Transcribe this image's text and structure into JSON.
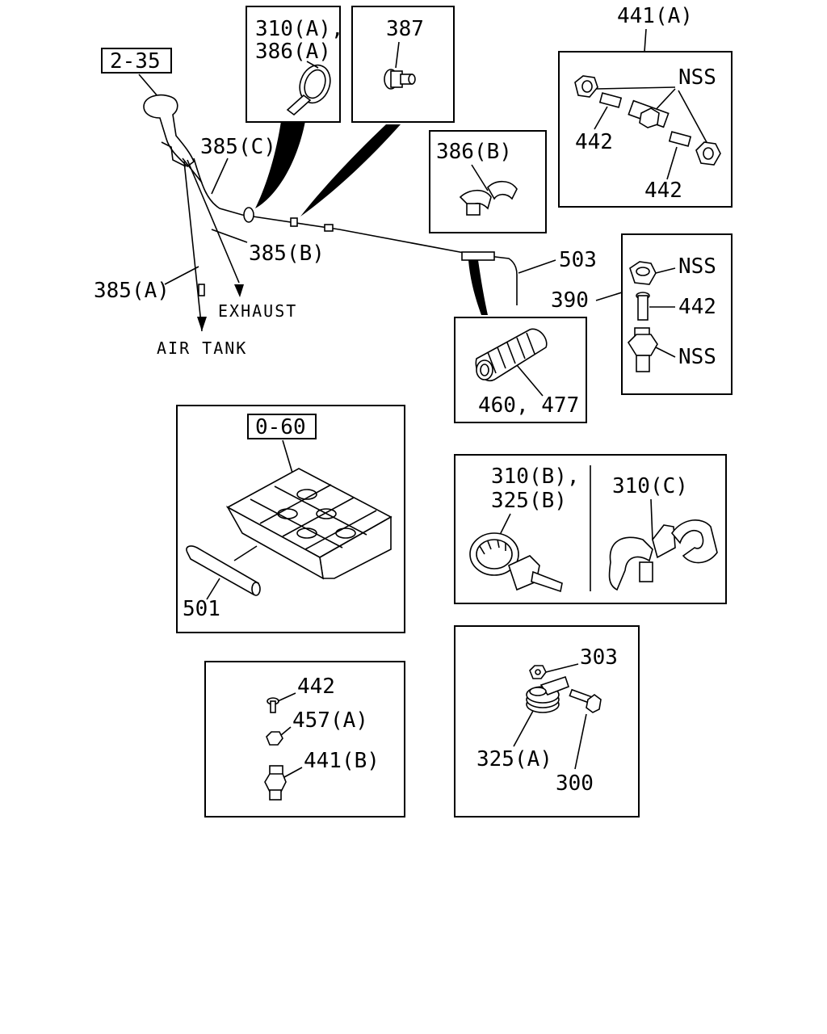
{
  "refs": {
    "sheet_2_35": "2-35",
    "sheet_0_60": "0-60"
  },
  "labels": {
    "p385c": "385(C)",
    "p385b": "385(B)",
    "p385a": "385(A)",
    "exhaust": "EXHAUST",
    "air_tank": "AIR TANK",
    "p503": "503",
    "p390": "390",
    "p501": "501"
  },
  "boxes": {
    "clip_310a": {
      "line1": "310(A),",
      "line2": "386(A)"
    },
    "plug_387": {
      "label": "387"
    },
    "clip_386b": {
      "label": "386(B)"
    },
    "fitting_441a": {
      "title": "441(A)",
      "nss": "NSS",
      "p442_left": "442",
      "p442_right": "442"
    },
    "fitting_390": {
      "nss_top": "NSS",
      "p442": "442",
      "nss_bottom": "NSS"
    },
    "boot_460": {
      "label": "460, 477"
    },
    "clamps_310b": {
      "line1": "310(B),",
      "line2": "325(B)",
      "p310c": "310(C)"
    },
    "fittings_441b": {
      "p442": "442",
      "p457a": "457(A)",
      "p441b": "441(B)"
    },
    "bracket_325a": {
      "p303": "303",
      "p325a": "325(A)",
      "p300": "300"
    }
  }
}
